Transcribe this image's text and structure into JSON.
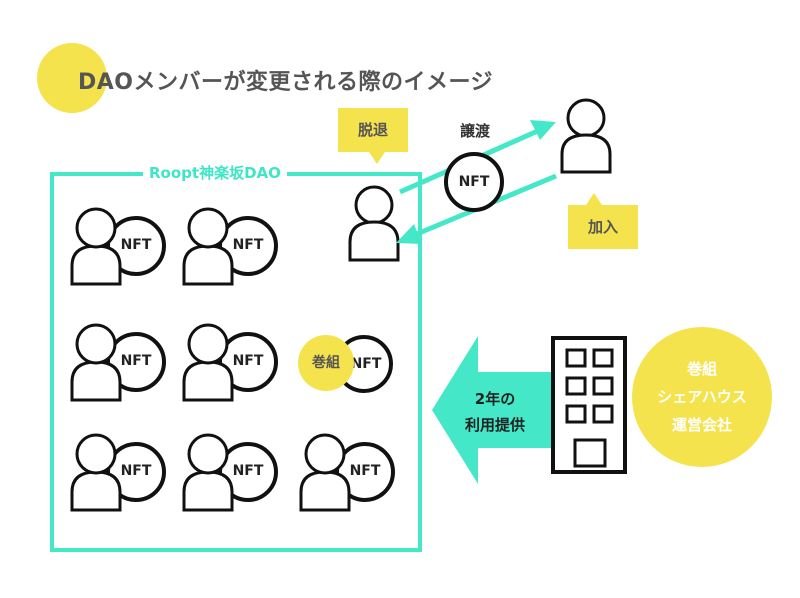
{
  "title": "DAOメンバーが変更される際のイメージ",
  "dao_label": "Roopt神楽坂DAO",
  "nft_label": "NFT",
  "callouts": {
    "leave": "脱退",
    "join": "加入"
  },
  "transfer_label": "譲渡",
  "makigumi_badge": "巻組",
  "company": {
    "line1": "巻組",
    "line2": "シェアハウス",
    "line3": "運営会社"
  },
  "arrow_label": {
    "line1": "2年の",
    "line2": "利用提供"
  },
  "colors": {
    "teal": "#44e8c9",
    "yellow": "#f5e34e",
    "text": "#555555",
    "outline": "#111111"
  }
}
